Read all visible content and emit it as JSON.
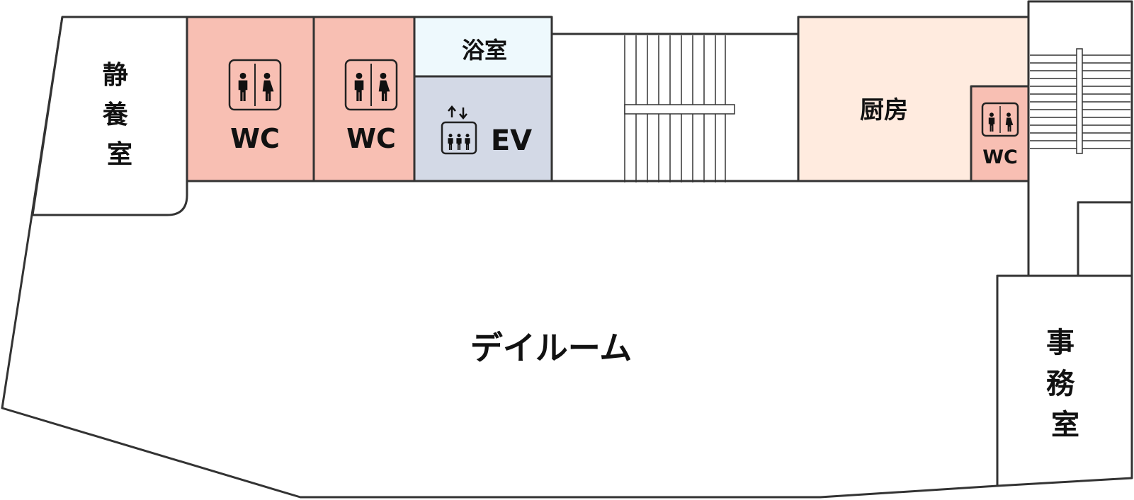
{
  "colors": {
    "wc": "#f8bfb3",
    "bath": "#eef9fd",
    "elevator": "#d3d9e6",
    "kitchen": "#ffebdf",
    "wall": "#333333",
    "floor": "#ffffff"
  },
  "rooms": {
    "quiet_room": "静\n養\n室",
    "wc_1": "WC",
    "wc_2": "WC",
    "bath": "浴室",
    "elevator": "EV",
    "kitchen": "厨房",
    "wc_small": "WC",
    "day_room": "デイルーム",
    "office": "事\n務\n室"
  },
  "icons": {
    "wc": "restroom-icon",
    "elevator": "elevator-icon",
    "stairs": "stairs"
  }
}
